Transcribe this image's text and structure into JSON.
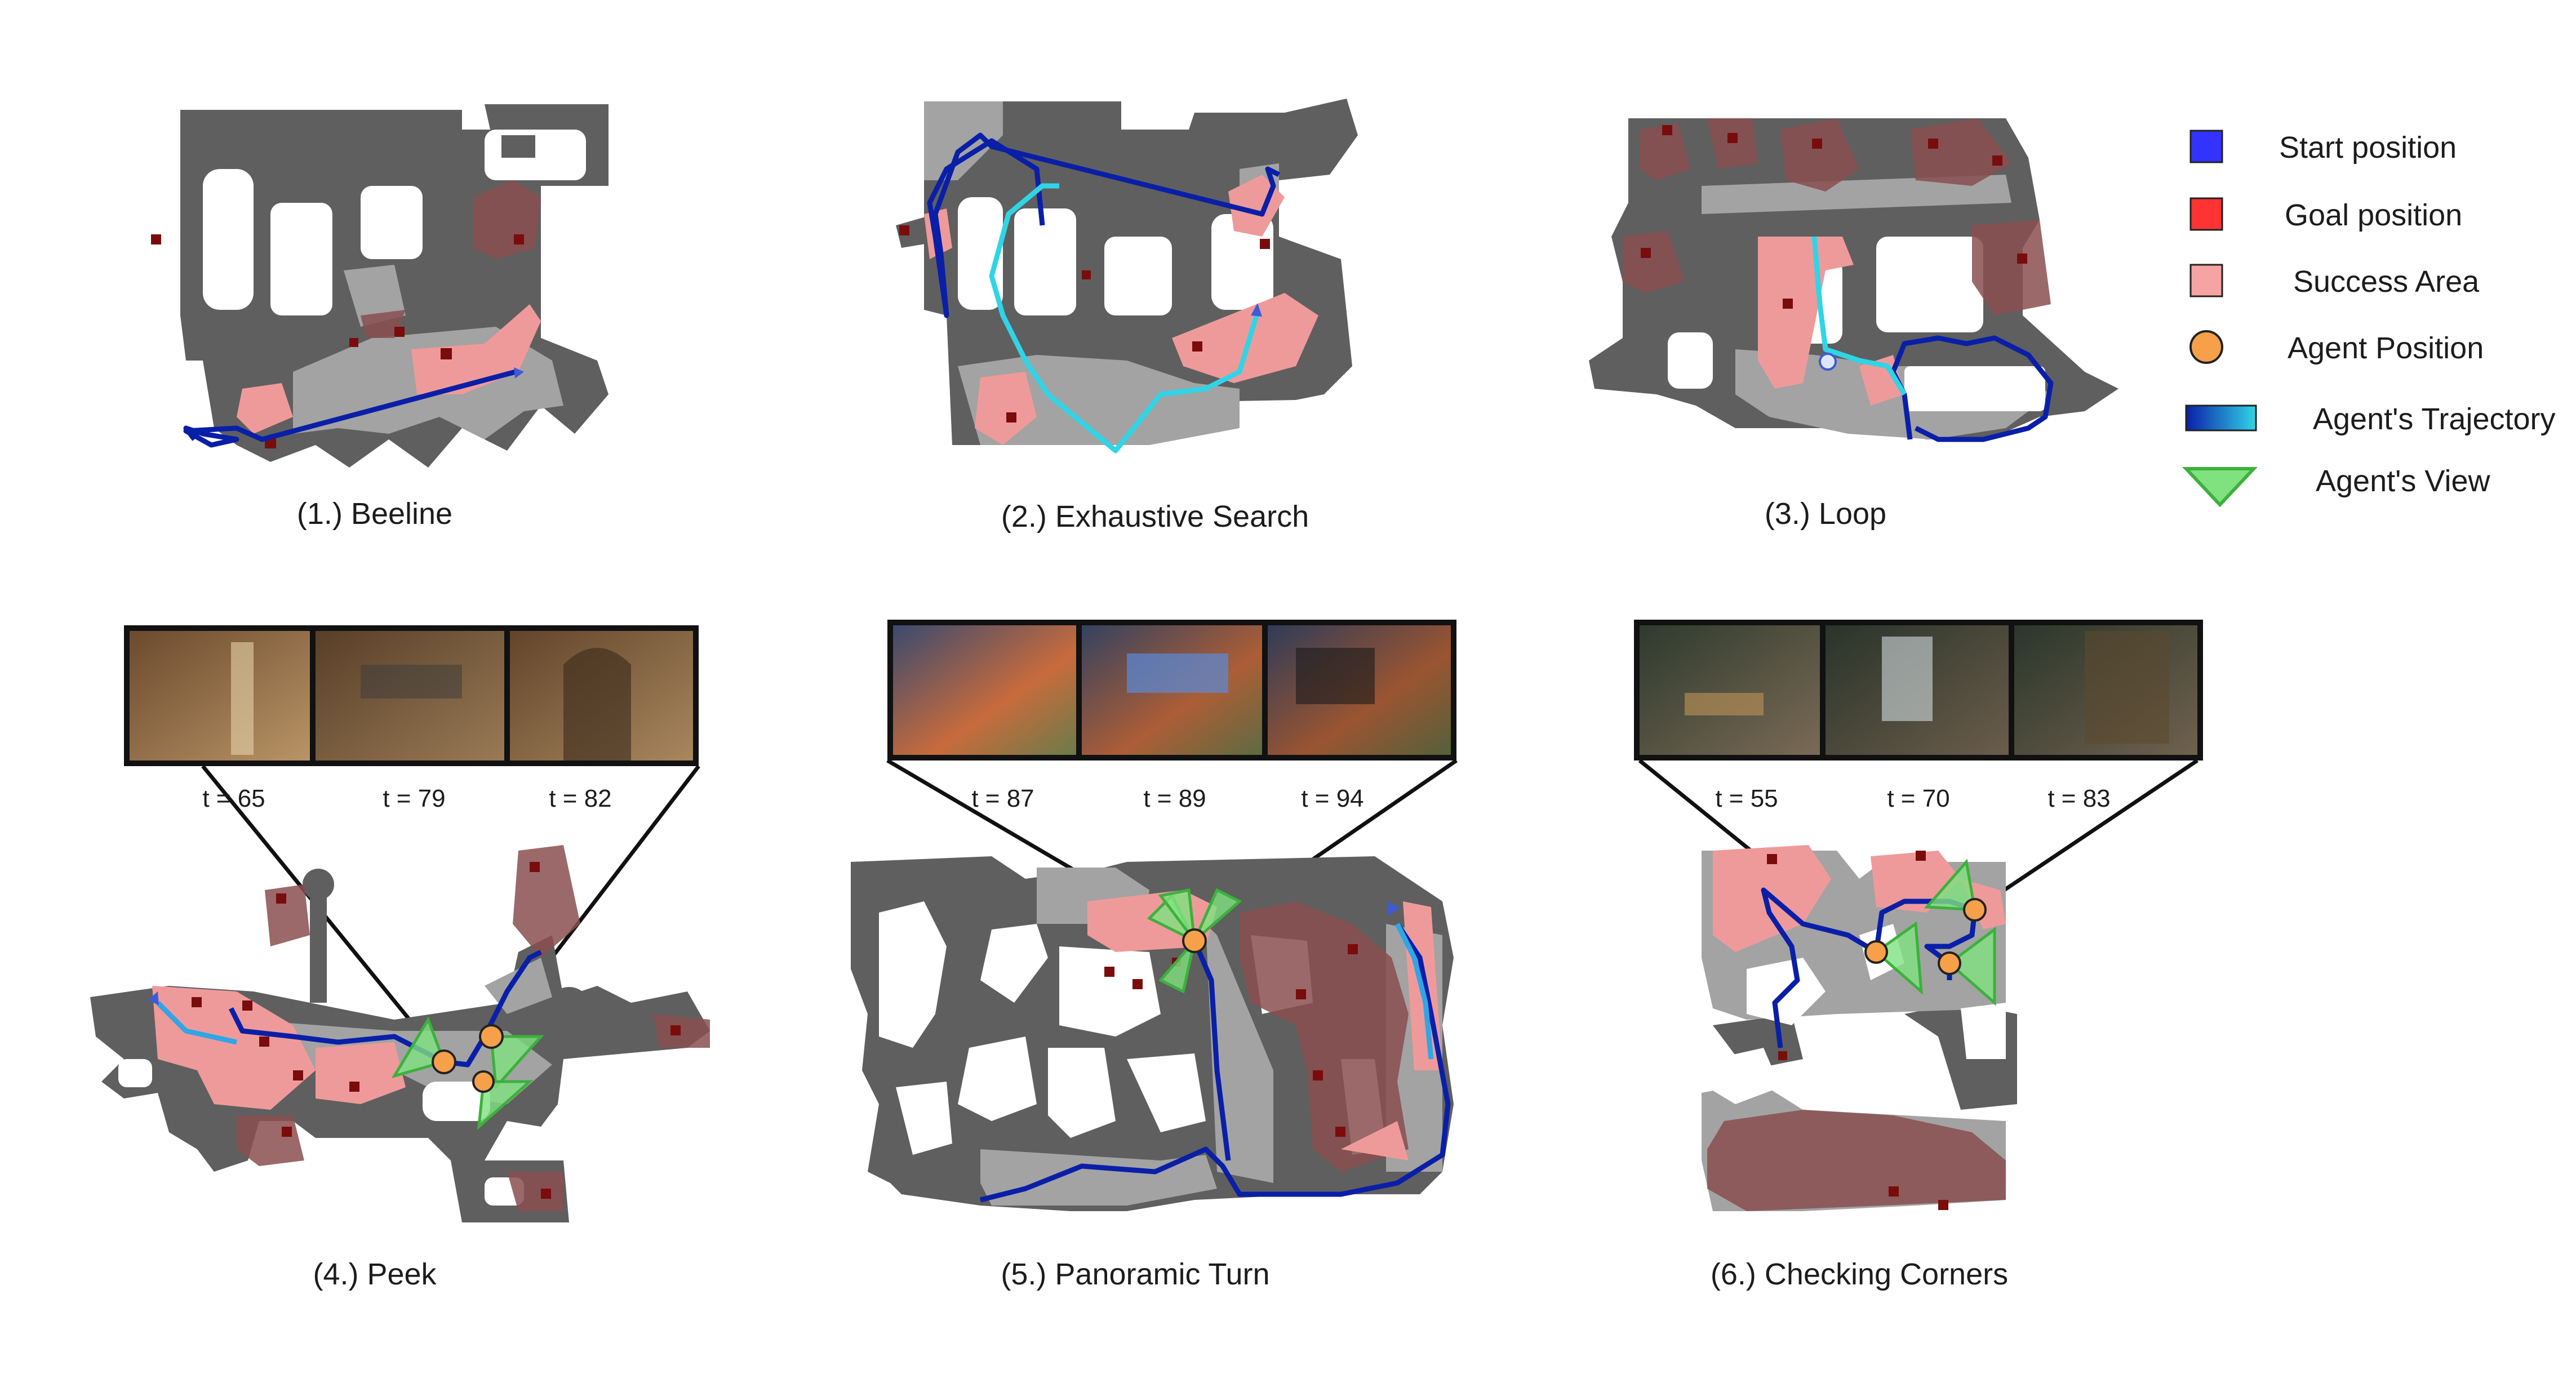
{
  "panels": [
    {
      "id": "p1",
      "caption": "(1.) Beeline"
    },
    {
      "id": "p2",
      "caption": "(2.) Exhaustive Search"
    },
    {
      "id": "p3",
      "caption": "(3.) Loop"
    },
    {
      "id": "p4",
      "caption": "(4.) Peek",
      "timesteps": [
        "t = 65",
        "t = 79",
        "t = 82"
      ]
    },
    {
      "id": "p5",
      "caption": "(5.) Panoramic Turn",
      "timesteps": [
        "t = 87",
        "t = 89",
        "t = 94"
      ]
    },
    {
      "id": "p6",
      "caption": "(6.) Checking Corners",
      "timesteps": [
        "t = 55",
        "t = 70",
        "t = 83"
      ]
    }
  ],
  "legend": {
    "start": "Start position",
    "goal": "Goal position",
    "success": "Success Area",
    "agent": "Agent Position",
    "trajectory": "Agent's Trajectory",
    "view": "Agent's View"
  },
  "colors": {
    "wall": "#5f5f5f",
    "floor": "#a3a3a3",
    "success": "#ef9a9a",
    "success_dark": "#8a4f4f",
    "goal": "#7a0c0c",
    "start": "#3333ff",
    "goal_legend": "#ff3333",
    "agent": "#f6a04a",
    "traj_dark": "#0a1fa8",
    "traj_light": "#2fd5e6",
    "view": "#7fe27f"
  }
}
